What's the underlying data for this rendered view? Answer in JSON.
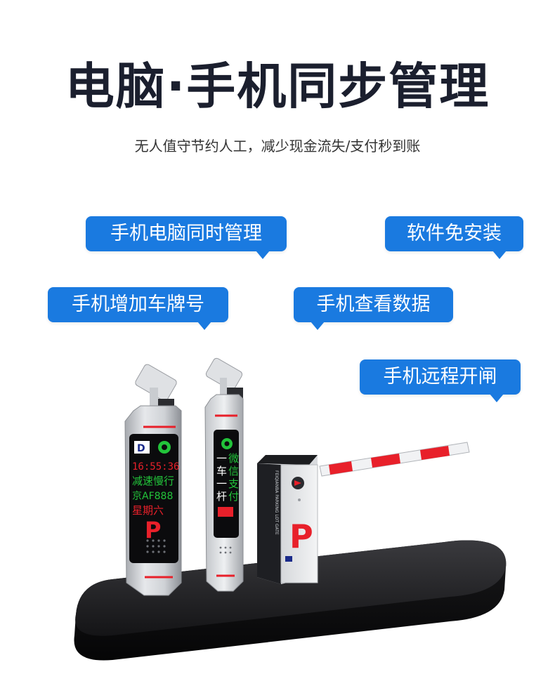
{
  "header": {
    "title": "电脑·手机同步管理",
    "subtitle": "无人值守节约人工，减少现金流失/支付秒到账"
  },
  "features": [
    "手机电脑同时管理",
    "软件免安装",
    "手机增加车牌号",
    "手机查看数据",
    "手机远程开闸"
  ],
  "left_screen": {
    "time": "16:55:36",
    "line1": "减速慢行",
    "line2": "京AF888",
    "line3": "星期六",
    "p_letter": "P"
  },
  "right_screen": {
    "col1": "一车一杆",
    "col2": "微信支付"
  },
  "gate": {
    "p_letter": "P",
    "side_text": "FEIQIANBA PARKING LOT GATE"
  },
  "colors": {
    "accent": "#1a7ae0",
    "title": "#1b1f2e",
    "led_green": "#22c43a",
    "led_red": "#e8202a"
  }
}
